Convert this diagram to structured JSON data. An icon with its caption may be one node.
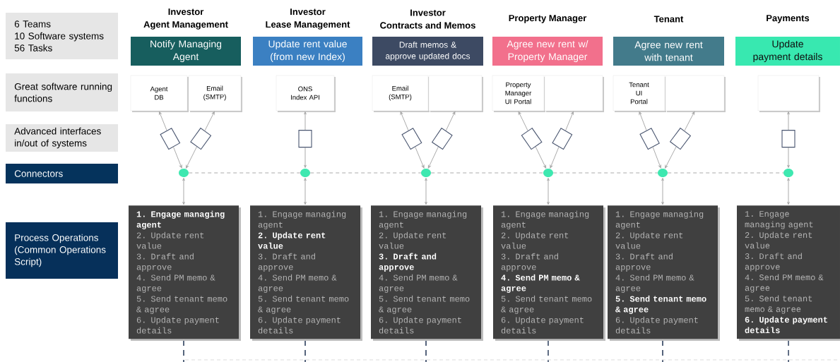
{
  "diagram": {
    "nodes": [
      {
        "text": [
          "6 Teams",
          "10 Software systems",
          "56 Tasks"
        ]
      },
      {
        "text": [
          "Great software running functions"
        ]
      },
      {
        "text": [
          "Advanced interfaces in/out of systems"
        ]
      },
      {
        "text": [
          "Connectors"
        ]
      },
      {
        "text": [
          "Process Operations (Common Operations Script)"
        ]
      },
      {
        "text": [
          "Investor Agent Management",
          "Notify Managing Agent"
        ]
      },
      {
        "text": [
          "Investor Lease Management",
          "Update rent value (from new Index)"
        ]
      },
      {
        "text": [
          "Investor Contracts and Memos",
          "Draft memos & approve updated docs"
        ]
      },
      {
        "text": [
          "Property Manager",
          "Agree new rent w/ Property Manager"
        ]
      },
      {
        "text": [
          "Tenant",
          "Agree new rent with tenant"
        ]
      },
      {
        "text": [
          "Payments",
          "Update payment details"
        ]
      },
      {
        "text": [
          "Agent DB"
        ]
      },
      {
        "text": [
          "Email (SMTP)"
        ]
      },
      {
        "text": [
          "ONS Index API"
        ]
      },
      {
        "text": [
          "Email (SMTP)"
        ]
      },
      {
        "text": [],
        "shape": "box"
      },
      {
        "text": [
          "Property Manager UI Portal"
        ]
      },
      {
        "text": [],
        "shape": "box"
      },
      {
        "text": [
          "Tenant UI Portal"
        ]
      },
      {
        "text": [],
        "shape": "box"
      },
      {
        "text": [],
        "shape": "box"
      },
      {
        "text": [],
        "shape": "box"
      },
      {
        "text": [],
        "shape": "box"
      },
      {
        "text": [],
        "shape": "box"
      },
      {
        "text": [],
        "shape": "box"
      },
      {
        "text": [],
        "shape": "box"
      },
      {
        "text": [],
        "shape": "box"
      },
      {
        "text": [],
        "shape": "box"
      },
      {
        "text": [],
        "shape": "box"
      },
      {
        "text": [],
        "shape": "box"
      },
      {
        "text": [],
        "shape": "box"
      },
      {
        "text": [],
        "shape": "circle"
      },
      {
        "text": [],
        "shape": "circle"
      },
      {
        "text": [],
        "shape": "circle"
      },
      {
        "text": [],
        "shape": "circle"
      },
      {
        "text": [],
        "shape": "circle"
      },
      {
        "text": [],
        "shape": "circle"
      },
      {
        "text": [
          "1. Engage managing agent",
          "2. Update rent value",
          "3. Draft and approve",
          "4. Send PM memo & agree",
          "5. Send tenant memo & agree",
          "6. Update payment details"
        ]
      },
      {
        "text": [
          "1. Engage managing agent",
          "2. Update rent value",
          "3. Draft and approve",
          "4. Send PM memo & agree",
          "5. Send tenant memo & agree",
          "6. Update payment details"
        ]
      },
      {
        "text": [
          "1. Engage managing agent",
          "2. Update rent value",
          "3. Draft and approve",
          "4. Send PM memo & agree",
          "5. Send tenant memo & agree",
          "6. Update payment details"
        ]
      },
      {
        "text": [
          "1. Engage managing agent",
          "2. Update rent value",
          "3. Draft and approve",
          "4. Send PM memo & agree",
          "5. Send tenant memo & agree",
          "6. Update payment details"
        ]
      },
      {
        "text": [
          "1. Engage managing agent",
          "2. Update rent value",
          "3. Draft and approve",
          "4. Send PM memo & agree",
          "5. Send tenant memo & agree",
          "6. Update payment details"
        ]
      },
      {
        "text": [
          "1. Engage managing agent",
          "2. Update rent value",
          "3. Draft and approve",
          "4. Send PM memo & agree",
          "5. Send tenant memo & agree",
          "6. Update payment details"
        ]
      }
    ],
    "edges": [
      {
        "from": 21,
        "to": 11,
        "arrow": "to"
      },
      {
        "from": 21,
        "to": 31,
        "arrow": "to"
      },
      {
        "from": 22,
        "to": 12,
        "arrow": "to"
      },
      {
        "from": 22,
        "to": 31,
        "arrow": "to"
      },
      {
        "from": 23,
        "to": 13,
        "arrow": "to"
      },
      {
        "from": 23,
        "to": 32,
        "arrow": "to"
      },
      {
        "from": 24,
        "to": 14,
        "arrow": "to"
      },
      {
        "from": 24,
        "to": 33,
        "arrow": "to"
      },
      {
        "from": 25,
        "to": 15,
        "arrow": "to"
      },
      {
        "from": 25,
        "to": 33,
        "arrow": "to"
      },
      {
        "from": 26,
        "to": 16,
        "arrow": "to"
      },
      {
        "from": 26,
        "to": 34,
        "arrow": "to"
      },
      {
        "from": 27,
        "to": 17,
        "arrow": "to"
      },
      {
        "from": 27,
        "to": 34,
        "arrow": "to"
      },
      {
        "from": 28,
        "to": 18,
        "arrow": "to"
      },
      {
        "from": 28,
        "to": 35,
        "arrow": "to"
      },
      {
        "from": 29,
        "to": 19,
        "arrow": "to"
      },
      {
        "from": 29,
        "to": 35,
        "arrow": "to"
      },
      {
        "from": 30,
        "to": 20,
        "arrow": "to"
      },
      {
        "from": 30,
        "to": 36,
        "arrow": "to"
      },
      {
        "from": 31,
        "to": 37,
        "arrow": "both"
      },
      {
        "from": 32,
        "to": 38,
        "arrow": "both"
      },
      {
        "from": 33,
        "to": 39,
        "arrow": "both"
      },
      {
        "from": 34,
        "to": 40,
        "arrow": "both"
      },
      {
        "from": 35,
        "to": 41,
        "arrow": "both"
      },
      {
        "from": 36,
        "to": 42,
        "arrow": "both"
      },
      {
        "from": 31,
        "to": 32,
        "arrow": "none",
        "style": "dashed"
      },
      {
        "from": 32,
        "to": 33,
        "arrow": "none",
        "style": "dashed"
      },
      {
        "from": 33,
        "to": 34,
        "arrow": "none",
        "style": "dashed"
      },
      {
        "from": 34,
        "to": 35,
        "arrow": "none",
        "style": "dashed"
      },
      {
        "from": 35,
        "to": 36,
        "arrow": "none",
        "style": "dashed"
      }
    ]
  }
}
